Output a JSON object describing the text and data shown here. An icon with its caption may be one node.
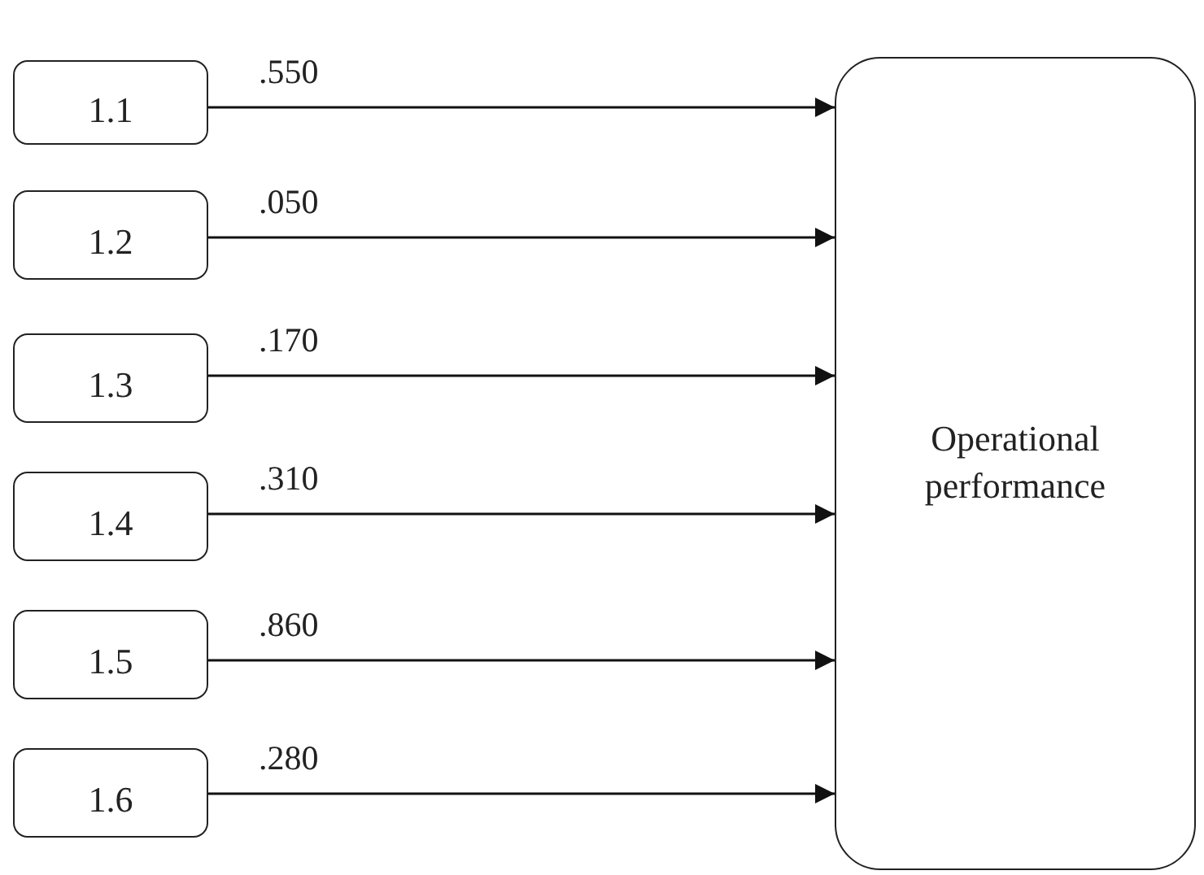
{
  "diagram": {
    "nodes": [
      {
        "text": [
          "1.1"
        ]
      },
      {
        "text": [
          "1.2"
        ]
      },
      {
        "text": [
          "1.3"
        ]
      },
      {
        "text": [
          "1.4"
        ]
      },
      {
        "text": [
          "1.5"
        ]
      },
      {
        "text": [
          "1.6"
        ]
      },
      {
        "text": [
          "Operational performance"
        ]
      }
    ],
    "edges": [
      {
        "from": 0,
        "to": 6,
        "arrow": "to",
        "label": ".550"
      },
      {
        "from": 1,
        "to": 6,
        "arrow": "to",
        "label": ".050"
      },
      {
        "from": 2,
        "to": 6,
        "arrow": "to",
        "label": ".170"
      },
      {
        "from": 3,
        "to": 6,
        "arrow": "to",
        "label": ".310"
      },
      {
        "from": 4,
        "to": 6,
        "arrow": "to",
        "label": ".860"
      },
      {
        "from": 5,
        "to": 6,
        "arrow": "to",
        "label": ".280"
      }
    ]
  }
}
